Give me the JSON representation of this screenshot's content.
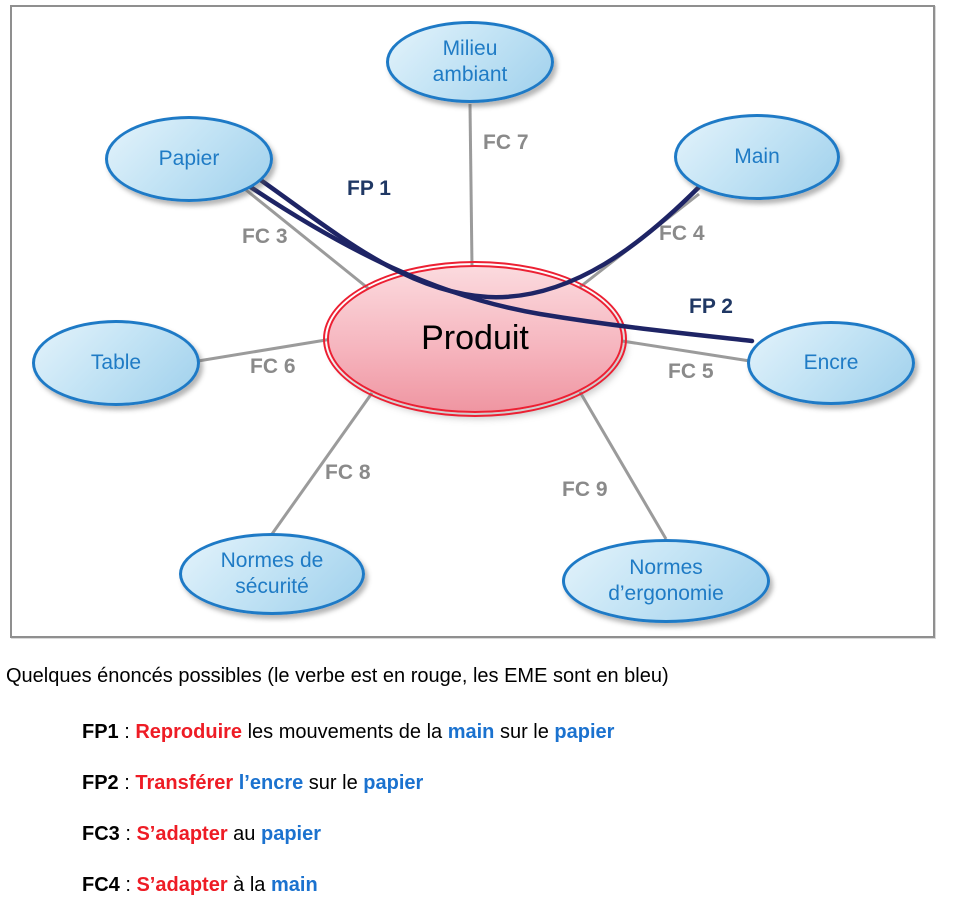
{
  "colors": {
    "node_border_blue": "#1e7ac6",
    "node_text_blue": "#1f7bc5",
    "center_border_red": "#ec2033",
    "relation_gray": "#9b9b9b",
    "fp_curve_navy": "#1e2465",
    "fp_label_navy": "#203864",
    "verb_red": "#ee1c25",
    "eme_blue": "#1b72cf"
  },
  "diagram": {
    "center": {
      "label": "Produit"
    },
    "nodes": [
      {
        "label": "Milieu ambiant"
      },
      {
        "label": "Papier"
      },
      {
        "label": "Main"
      },
      {
        "label": "Table"
      },
      {
        "label": "Encre"
      },
      {
        "label": "Normes de sécurité"
      },
      {
        "label": "Normes d’ergonomie"
      }
    ],
    "edges": [
      {
        "label": "FP 1",
        "kind": "fonction-principale",
        "between": [
          "Papier",
          "Main"
        ]
      },
      {
        "label": "FP 2",
        "kind": "fonction-principale",
        "between": [
          "Papier",
          "Encre"
        ]
      },
      {
        "label": "FC 3",
        "kind": "fonction-contrainte",
        "between": [
          "Papier",
          "Produit"
        ]
      },
      {
        "label": "FC 4",
        "kind": "fonction-contrainte",
        "between": [
          "Main",
          "Produit"
        ]
      },
      {
        "label": "FC 5",
        "kind": "fonction-contrainte",
        "between": [
          "Encre",
          "Produit"
        ]
      },
      {
        "label": "FC 6",
        "kind": "fonction-contrainte",
        "between": [
          "Table",
          "Produit"
        ]
      },
      {
        "label": "FC 7",
        "kind": "fonction-contrainte",
        "between": [
          "Milieu ambiant",
          "Produit"
        ]
      },
      {
        "label": "FC 8",
        "kind": "fonction-contrainte",
        "between": [
          "Normes de sécurité",
          "Produit"
        ]
      },
      {
        "label": "FC 9",
        "kind": "fonction-contrainte",
        "between": [
          "Normes d’ergonomie",
          "Produit"
        ]
      }
    ]
  },
  "caption": {
    "intro": "Quelques énoncés possibles (le verbe est en rouge, les EME sont en bleu)",
    "statements": {
      "fp1": {
        "label": "FP1",
        "sep": " : ",
        "verb": "Reproduire",
        "mid1": " les mouvements de la ",
        "eme1": "main",
        "mid2": " sur le ",
        "eme2": "papier"
      },
      "fp2": {
        "label": "FP2",
        "sep": " : ",
        "verb": "Transférer ",
        "eme1": "l’encre",
        "mid1": " sur le ",
        "eme2": "papier"
      },
      "fc3": {
        "label": "FC3",
        "sep": " : ",
        "verb": "S’adapter",
        "mid1": " au ",
        "eme1": "papier"
      },
      "fc4": {
        "label": "FC4",
        "sep": " : ",
        "verb": "S’adapter",
        "mid1": " à la ",
        "eme1": "main"
      }
    }
  }
}
